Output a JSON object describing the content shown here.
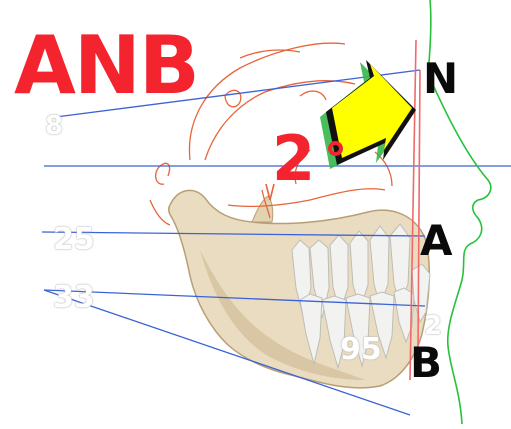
{
  "title": "ANB",
  "angle": {
    "value": "2",
    "unit_symbol": "°"
  },
  "points": {
    "n": "N",
    "a": "A",
    "b": "B"
  },
  "faint_numbers": {
    "top": "8",
    "middle": "25",
    "lower": "33",
    "right": "2",
    "bottom": "95"
  },
  "colors": {
    "title": "#f4242f",
    "reference_lines": "#3b63d6",
    "tracing": "#e8643a",
    "profile": "#27c23a",
    "arrow_fill": "#ffff00",
    "arrow_shadow": "#34b84a",
    "vertical_line": "#f06a6a",
    "bone": "#eadcc0",
    "teeth": "#f2f2f0"
  }
}
